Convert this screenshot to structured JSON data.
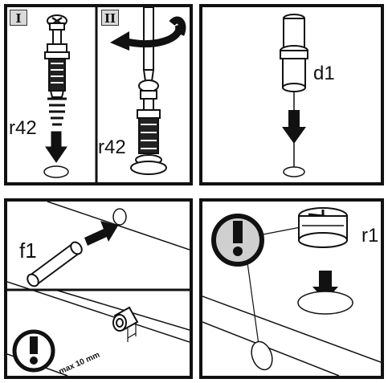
{
  "panel1": {
    "steps": [
      "I",
      "II"
    ],
    "part_label_a": "r42",
    "part_label_b": "r42"
  },
  "panel2": {
    "part_label": "d1"
  },
  "panel3": {
    "part_label": "f1",
    "dimension_label": "max 10 mm"
  },
  "panel4": {
    "part_label": "r1"
  },
  "colors": {
    "ink": "#111111",
    "step_badge": "#d9d9d9",
    "warning_fill": "#cfcfcf"
  },
  "icons": [
    "screwdriver-icon",
    "rotate-arrow-icon",
    "down-arrow-icon",
    "warning-exclamation-icon"
  ]
}
